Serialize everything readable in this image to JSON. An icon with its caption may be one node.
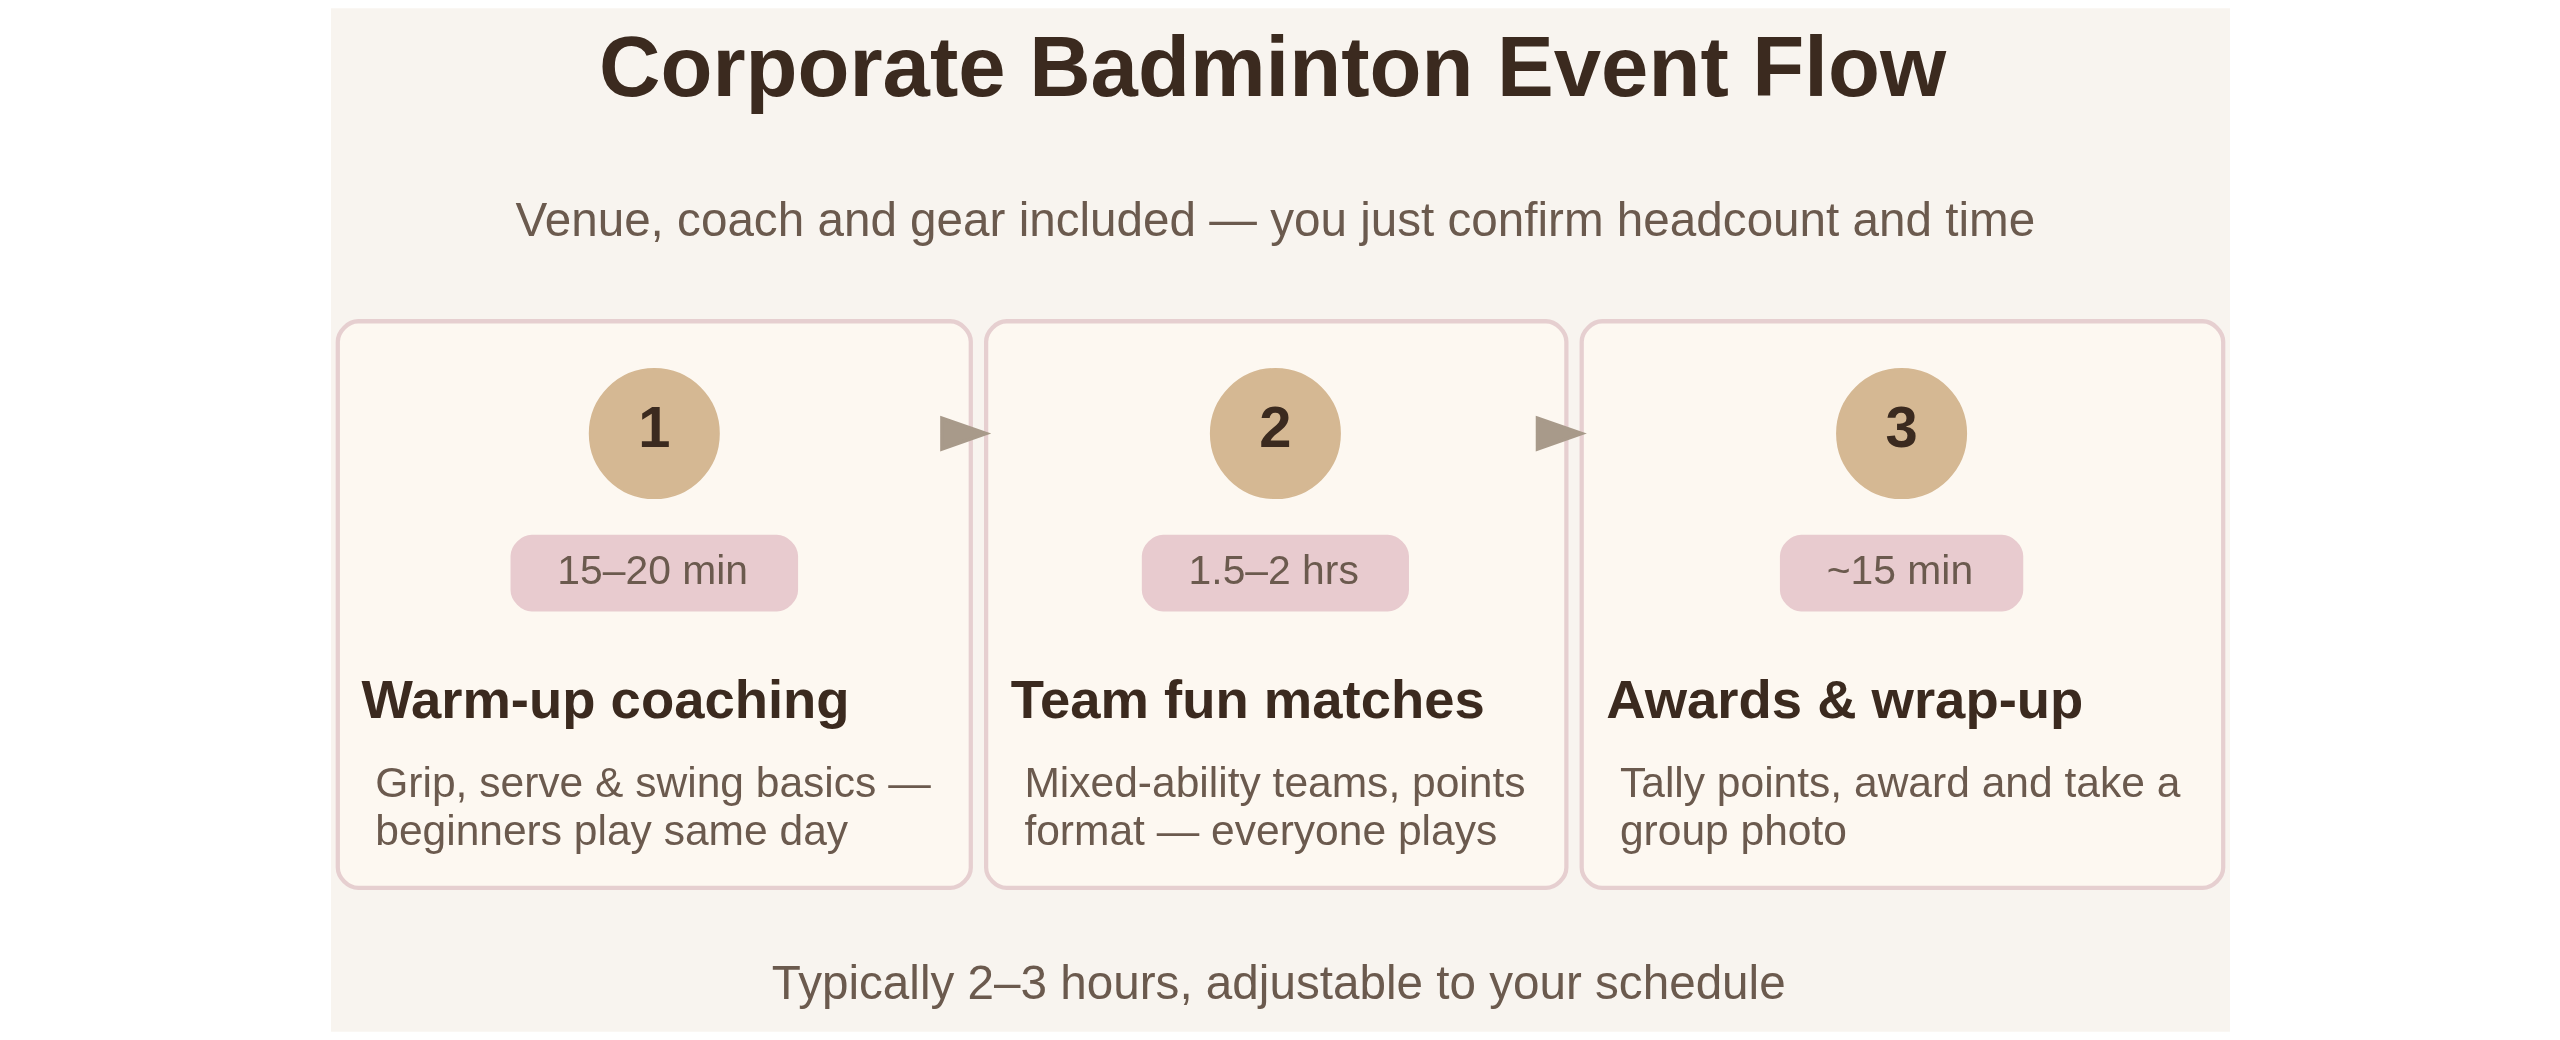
{
  "diagram": {
    "title": "Corporate Badminton Event Flow",
    "caption": "Typically 2–3 hours, adjustable to your schedule",
    "nodes": [
      {
        "text": [
          "Warm-up coaching",
          "Grip, serve & swing basics — beginners play same day"
        ]
      },
      {
        "text": [
          "1"
        ],
        "in": 0
      },
      {
        "text": [
          "15–20 min"
        ],
        "in": 0
      },
      {
        "text": [
          "Team fun matches",
          "Mixed-ability teams, points format — everyone plays"
        ]
      },
      {
        "text": [
          "2"
        ],
        "in": 3
      },
      {
        "text": [
          "1.5–2 hrs"
        ],
        "in": 3
      },
      {
        "text": [
          "Awards & wrap-up",
          "Tally points, award and take a group photo"
        ]
      },
      {
        "text": [
          "3"
        ],
        "in": 6
      },
      {
        "text": [
          "~15 min"
        ],
        "in": 6
      }
    ],
    "edges": [
      {
        "from": 0,
        "to": 3,
        "arrow": "to"
      },
      {
        "from": 3,
        "to": 6,
        "arrow": "to"
      }
    ],
    "labels": [
      "Venue, coach and gear included — you just confirm headcount and time"
    ]
  }
}
